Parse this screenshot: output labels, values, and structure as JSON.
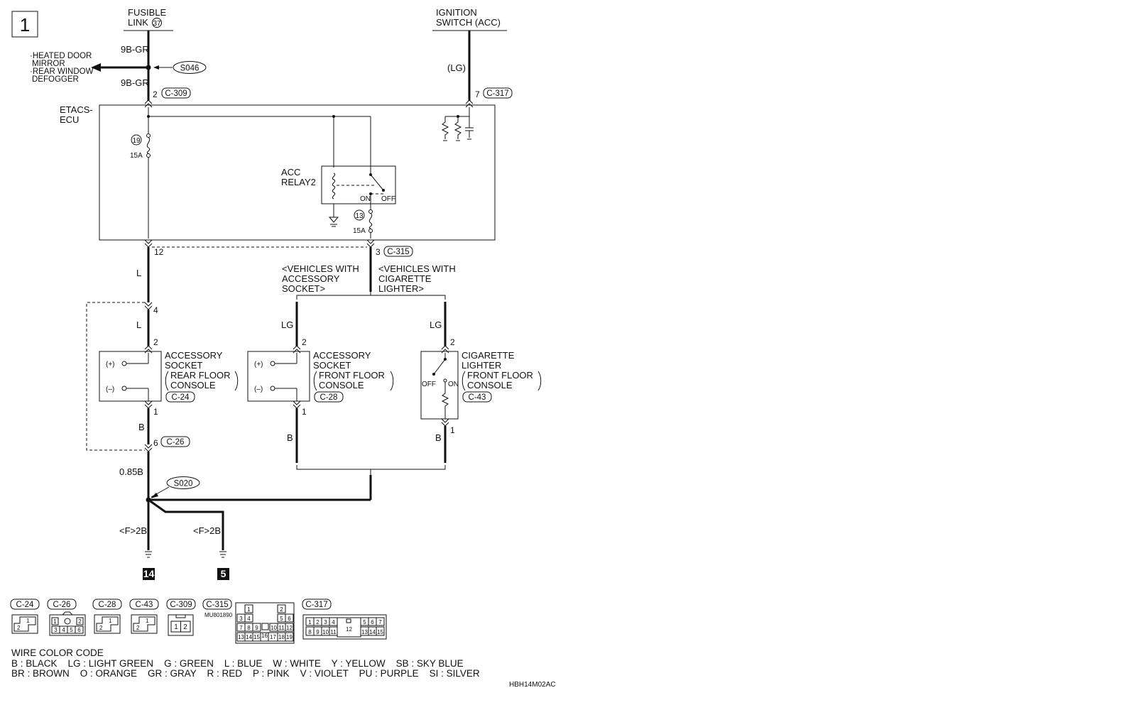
{
  "page_number": "1",
  "sources": {
    "fusible_link": {
      "line1": "FUSIBLE",
      "line2": "LINK",
      "number": "37"
    },
    "ignition_switch": {
      "line1": "IGNITION",
      "line2": "SWITCH (ACC)"
    }
  },
  "wires": {
    "top_left_1": "9B-GR",
    "top_left_2": "9B-GR",
    "ignition": "(LG)",
    "out_12": "L",
    "rear_in": "L",
    "front_in": "LG",
    "lighter_in": "LG",
    "rear_out": "B",
    "front_out": "B",
    "lighter_out": "B",
    "main_ground": "0.85B",
    "ground_a": "<F>2B",
    "ground_b": "<F>2B"
  },
  "splices": {
    "upper": "S046",
    "lower": "S020"
  },
  "branch_label": {
    "line1": "·HEATED DOOR",
    "line2": "MIRROR",
    "line3": "·REAR WINDOW",
    "line4": "DEFOGGER"
  },
  "ecu": {
    "name_line1": "ETACS-",
    "name_line2": "ECU",
    "fuse_a": {
      "number": "19",
      "rating": "15A"
    },
    "fuse_b": {
      "number": "13",
      "rating": "15A"
    },
    "relay_line1": "ACC",
    "relay_line2": "RELAY2",
    "relay_on": "ON",
    "relay_off": "OFF"
  },
  "pins": {
    "c309": "2",
    "c317": "7",
    "ecu_12": "12",
    "c315": "3",
    "c26_4": "4",
    "rear_2": "2",
    "rear_1": "1",
    "c26_6": "6",
    "front_2": "2",
    "front_1": "1",
    "lighter_2": "2",
    "lighter_1": "1"
  },
  "connectors": {
    "c24": "C-24",
    "c26": "C-26",
    "c28": "C-28",
    "c43": "C-43",
    "c309": "C-309",
    "c315": "C-315",
    "c317": "C-317"
  },
  "variants": {
    "accessory": {
      "line1": "<VEHICLES WITH",
      "line2": "ACCESSORY",
      "line3": "SOCKET>"
    },
    "lighter": {
      "line1": "<VEHICLES WITH",
      "line2": "CIGARETTE",
      "line3": "LIGHTER>"
    }
  },
  "components": {
    "rear_socket": {
      "line1": "ACCESSORY",
      "line2": "SOCKET",
      "line3": "REAR FLOOR",
      "line4": "CONSOLE",
      "plus": "(+)",
      "minus": "(–)"
    },
    "front_socket": {
      "line1": "ACCESSORY",
      "line2": "SOCKET",
      "line3": "FRONT FLOOR",
      "line4": "CONSOLE",
      "plus": "(+)",
      "minus": "(–)"
    },
    "lighter": {
      "line1": "CIGARETTE",
      "line2": "LIGHTER",
      "line3": "FRONT FLOOR",
      "line4": "CONSOLE",
      "off": "OFF",
      "on": "ON"
    }
  },
  "grounds": {
    "g14": "14",
    "g5": "5"
  },
  "connector_faces": {
    "part_number": "MU801890",
    "c24": [
      "2",
      "1"
    ],
    "c26": [
      "1",
      "2",
      "3",
      "4",
      "5",
      "6"
    ],
    "c28": [
      "2",
      "1"
    ],
    "c43": [
      "2",
      "1"
    ],
    "c309": [
      "1",
      "2"
    ],
    "c315": [
      "1",
      "2",
      "3",
      "4",
      "5",
      "6",
      "7",
      "8",
      "9",
      "10",
      "11",
      "12",
      "13",
      "14",
      "15",
      "16",
      "17",
      "18",
      "19"
    ],
    "c317": [
      "1",
      "2",
      "3",
      "4",
      "5",
      "6",
      "7",
      "8",
      "9",
      "10",
      "11",
      "12",
      "13",
      "14",
      "15"
    ]
  },
  "legend": {
    "title": "WIRE COLOR CODE",
    "line1": "B : BLACK    LG : LIGHT GREEN    G : GREEN    L : BLUE    W : WHITE    Y : YELLOW    SB : SKY BLUE",
    "line2": "BR : BROWN    O : ORANGE    GR : GRAY    R : RED    P : PINK    V : VIOLET    PU : PURPLE    SI : SILVER"
  },
  "doc_id": "HBH14M02AC"
}
